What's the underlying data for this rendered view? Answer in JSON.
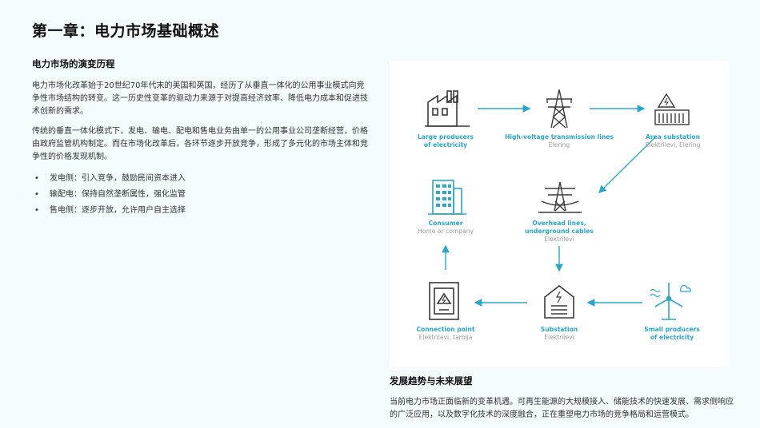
{
  "page": {
    "title": "第一章：电力市场基础概述"
  },
  "evolution": {
    "heading": "电力市场的演变历程",
    "paragraphs": [
      "电力市场化改革始于20世纪70年代末的美国和英国，经历了从垂直一体化的公用事业模式向竞争性市场结构的转变。这一历史性变革的驱动力来源于对提高经济效率、降低电力成本和促进技术创新的需求。",
      "传统的垂直一体化模式下，发电、输电、配电和售电业务由单一的公用事业公司垄断经营，价格由政府监管机构制定。而在市场化改革后，各环节逐步开放竞争，形成了多元化的市场主体和竞争性的价格发现机制。"
    ],
    "bullets": [
      "发电侧：引入竞争，鼓励民间资本进入",
      "输配电：保持自然垄断属性，强化监管",
      "售电侧：逐步开放，允许用户自主选择"
    ]
  },
  "diagram": {
    "accent_color": "#2aa6c7",
    "icon_color": "#3a3a3a",
    "nodes": [
      {
        "id": "large_producers",
        "icon": "factory-icon",
        "name": [
          "Large producers",
          "of electricity"
        ],
        "sub": ""
      },
      {
        "id": "hv_lines",
        "icon": "transmission-tower-icon",
        "name": [
          "High-voltage transmission lines"
        ],
        "sub": "Elering"
      },
      {
        "id": "area_substation",
        "icon": "area-substation-icon",
        "name": [
          "Area substation"
        ],
        "sub": "Elektrilevi, Elering"
      },
      {
        "id": "overhead_lines",
        "icon": "overhead-lines-icon",
        "name": [
          "Overhead lines,",
          "underground cables"
        ],
        "sub": "Elektrilevi"
      },
      {
        "id": "consumer",
        "icon": "building-icon",
        "name": [
          "Consumer"
        ],
        "sub": "Home or company"
      },
      {
        "id": "small_producers",
        "icon": "wind-turbine-icon",
        "name": [
          "Small producers",
          "of electricity"
        ],
        "sub": ""
      },
      {
        "id": "substation",
        "icon": "substation-icon",
        "name": [
          "Substation"
        ],
        "sub": "Elektrilevi"
      },
      {
        "id": "connection_point",
        "icon": "connection-point-icon",
        "name": [
          "Connection point"
        ],
        "sub": "Elektrilevi, tarbija"
      }
    ]
  },
  "outlook": {
    "heading": "发展趋势与未来展望",
    "paragraph": "当前电力市场正面临新的变革机遇。可再生能源的大规模接入、储能技术的快速发展、需求侧响应的广泛应用，以及数字化技术的深度融合，正在重塑电力市场的竞争格局和运营模式。"
  }
}
